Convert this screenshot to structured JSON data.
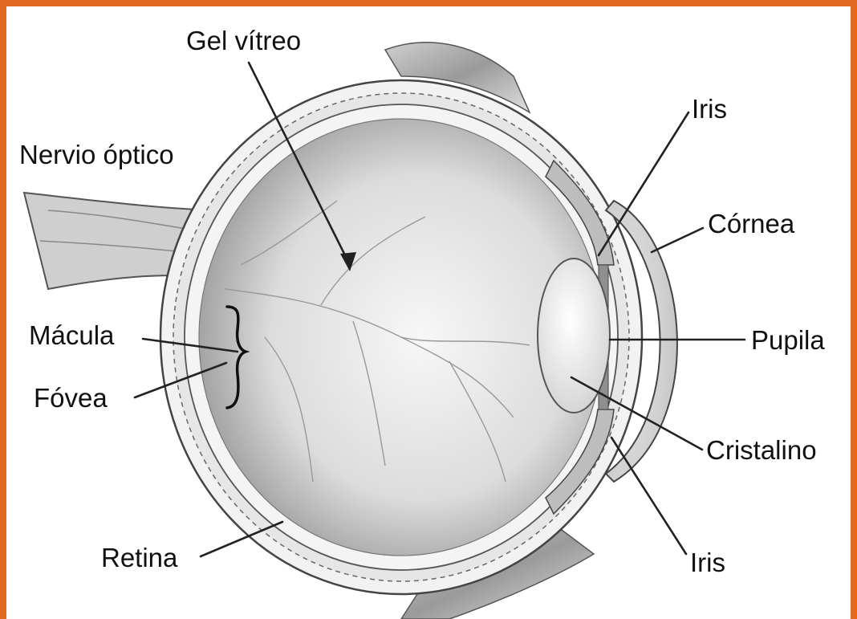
{
  "diagram": {
    "frame_color": "#e06a1f",
    "labels": {
      "gel_vitreo": "Gel vítreo",
      "nervio_optico": "Nervio óptico",
      "iris_top": "Iris",
      "cornea": "Córnea",
      "macula": "Mácula",
      "fovea": "Fóvea",
      "pupila": "Pupila",
      "cristalino": "Cristalino",
      "retina": "Retina",
      "iris_bottom": "Iris"
    }
  }
}
